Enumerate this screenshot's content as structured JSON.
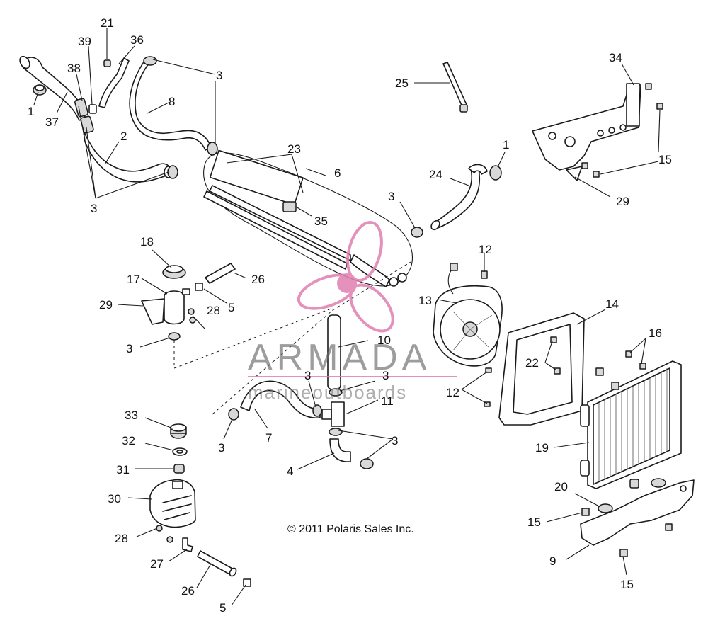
{
  "diagram": {
    "copyright": "© 2011 Polaris Sales Inc.",
    "callouts": {
      "c21": "21",
      "c39": "39",
      "c36": "36",
      "c38": "38",
      "c1a": "1",
      "c37": "37",
      "c3a": "3",
      "c8": "8",
      "c2": "2",
      "c3b": "3",
      "c23": "23",
      "c6": "6",
      "c35": "35",
      "c25": "25",
      "c34": "34",
      "c1b": "1",
      "c24": "24",
      "c15a": "15",
      "c29a": "29",
      "c3c": "3",
      "c18": "18",
      "c17": "17",
      "c26a": "26",
      "c5a": "5",
      "c29b": "29",
      "c28a": "28",
      "c3d": "3",
      "c12a": "12",
      "c13": "13",
      "c14": "14",
      "c16": "16",
      "c10": "10",
      "c22": "22",
      "c3e": "3",
      "c3f": "3",
      "c12b": "12",
      "c11": "11",
      "c33": "33",
      "c3g": "3",
      "c7": "7",
      "c32": "32",
      "c3h": "3",
      "c31": "31",
      "c4": "4",
      "c19": "19",
      "c30": "30",
      "c20": "20",
      "c15b": "15",
      "c28b": "28",
      "c27": "27",
      "c9": "9",
      "c26b": "26",
      "c15c": "15",
      "c5b": "5"
    }
  },
  "watermark": {
    "brand": "ARMADA",
    "tagline": "marineoutboards",
    "color": "#e07fb0"
  }
}
